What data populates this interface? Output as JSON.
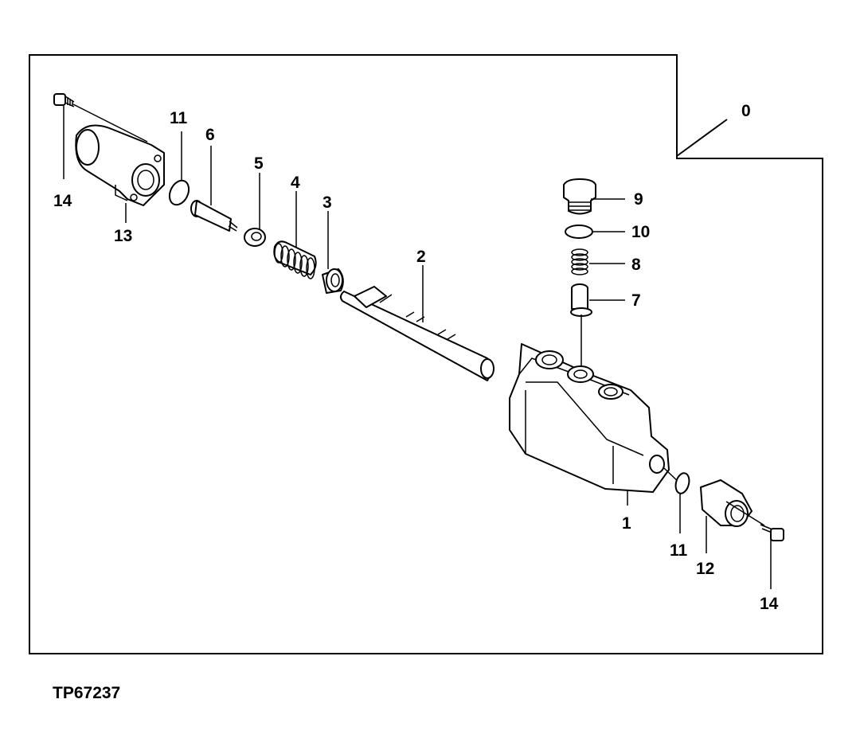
{
  "figure_id": "TP67237",
  "callouts": {
    "c0": "0",
    "c1": "1",
    "c2": "2",
    "c3": "3",
    "c4": "4",
    "c5": "5",
    "c6": "6",
    "c7": "7",
    "c8": "8",
    "c9": "9",
    "c10": "10",
    "c11a": "11",
    "c11b": "11",
    "c12": "12",
    "c13": "13",
    "c14a": "14",
    "c14b": "14"
  }
}
